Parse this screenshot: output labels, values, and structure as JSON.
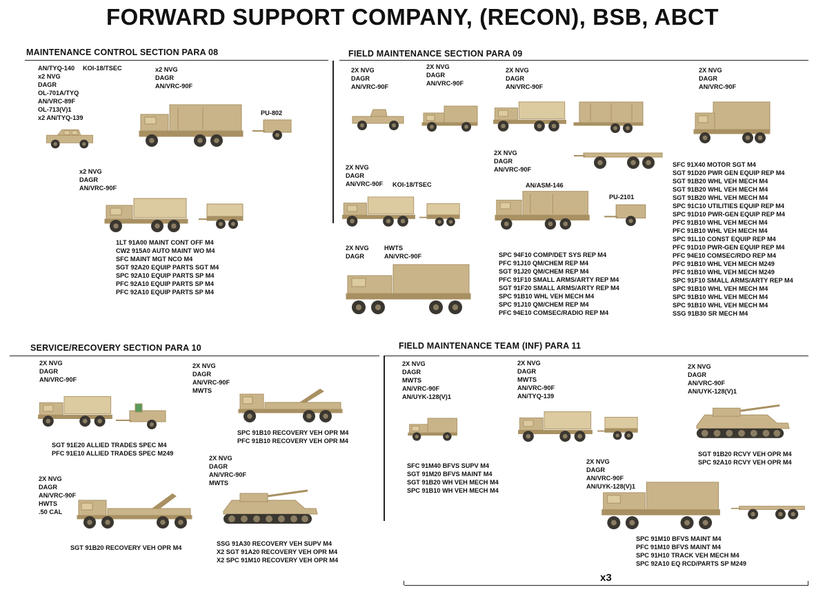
{
  "title": "FORWARD SUPPORT COMPANY,  (RECON), BSB, ABCT",
  "colors": {
    "tan": "#c9b48a",
    "tan_dark": "#a89062",
    "tan_light": "#dccaa0",
    "wheel": "#3a3630",
    "hub": "#8a7d62"
  },
  "sections": {
    "mcs": "MAINTENANCE CONTROL SECTION  PARA 08",
    "fms": "FIELD MAINTENANCE SECTION  PARA 09",
    "srs": "SERVICE/RECOVERY SECTION  PARA 10",
    "fmt": "FIELD MAINTENANCE TEAM (INF)  PARA 11"
  },
  "mcs": {
    "hmmwv_equip": [
      "AN/TYQ-140",
      "x2 NVG",
      "DAGR",
      "OL-701A/TYQ",
      "AN/VRC-89F",
      "OL-713(V)1",
      "x2 AN/TYQ-139"
    ],
    "koi": "KOI-18/TSEC",
    "shelter_equip": [
      "x2 NVG",
      "DAGR",
      "AN/VRC-90F"
    ],
    "pu": "PU-802",
    "lmtv_equip": [
      "x2 NVG",
      "DAGR",
      "AN/VRC-90F"
    ],
    "personnel": [
      "1LT 91A00 MAINT CONT OFF M4",
      "CW2 915A0 AUTO MAINT WO M4",
      "SFC MAINT MGT NCO M4",
      "SGT 92A20 EQUIP PARTS SGT M4",
      "SPC 92A10 EQUIP PARTS SP M4",
      "PFC 92A10 EQUIP PARTS SP M4",
      "PFC 92A10 EQUIP PARTS SP M4"
    ]
  },
  "fms": {
    "e1": [
      "2X NVG",
      "DAGR",
      "AN/VRC-90F"
    ],
    "e2": [
      "2X NVG",
      "DAGR",
      "AN/VRC-90F"
    ],
    "e3": [
      "2X NVG",
      "DAGR",
      "AN/VRC-90F"
    ],
    "e4": [
      "2X NVG",
      "DAGR",
      "AN/VRC-90F"
    ],
    "e5": [
      "2X NVG",
      "DAGR",
      "AN/VRC-90F"
    ],
    "e6": [
      "2X NVG",
      "DAGR",
      "AN/VRC-90F"
    ],
    "koi": "KOI-18/TSEC",
    "asm": "AN/ASM-146",
    "pu": "PU-2101",
    "e7a": [
      "2X NVG",
      "DAGR"
    ],
    "hwts": "HWTS",
    "vrc": "AN/VRC-90F",
    "personnel_a": [
      "SPC 94F10 COMP/DET SYS REP M4",
      "PFC 91J10 QM/CHEM REP M4",
      "SGT 91J20 QM/CHEM REP M4",
      "PFC 91F10 SMALL ARMS/ARTY REP M4",
      "SGT 91F20 SMALL ARMS/ARTY REP M4",
      "SPC 91B10 WHL VEH MECH M4",
      "SPC 91J10 QM/CHEM REP M4",
      "PFC 94E10 COMSEC/RADIO REP M4"
    ],
    "personnel_b": [
      "SFC 91X40 MOTOR SGT M4",
      "SGT 91D20 PWR GEN EQUIP REP M4",
      "SGT 91B20 WHL VEH MECH M4",
      "SGT 91B20 WHL VEH MECH M4",
      "SGT 91B20 WHL VEH MECH M4",
      "SPC 91C10 UTILITIES EQUIP REP M4",
      "SPC 91D10 PWR-GEN EQUIP REP M4",
      "PFC 91B10 WHL VEH MECH M4",
      "PFC 91B10 WHL VEH MECH M4",
      "SPC 91L10 CONST EQUIP REP M4",
      "PFC 91D10 PWR-GEN EQUIP REP M4",
      "PFC 94E10 COMSEC/RDO REP M4",
      "PFC 91B10 WHL VEH MECH M249",
      "PFC 91B10 WHL VEH MECH M249",
      "SPC 91F10 SMALL ARMS/ARTY REP M4",
      "SPC 91B10 WHL VEH MECH M4",
      "SPC 91B10 WHL VEH MECH M4",
      "SPC 91B10 WHL VEH MECH M4",
      "SSG 91B30 SR MECH M4"
    ]
  },
  "srs": {
    "e1": [
      "2X NVG",
      "DAGR",
      "AN/VRC-90F"
    ],
    "p1": [
      "SGT 91E20 ALLIED TRADES SPEC M4",
      "PFC 91E10 ALLIED TRADES SPEC M249"
    ],
    "e2": [
      "2X NVG",
      "DAGR",
      "AN/VRC-90F",
      "MWTS"
    ],
    "p2": [
      "SPC 91B10 RECOVERY VEH OPR M4",
      "PFC 91B10 RECOVERY VEH OPR M4"
    ],
    "e3": [
      "2X NVG",
      "DAGR",
      "AN/VRC-90F",
      "HWTS",
      ".50 CAL"
    ],
    "p3": [
      "SGT 91B20 RECOVERY VEH OPR M4"
    ],
    "e4": [
      "2X NVG",
      "DAGR",
      "AN/VRC-90F",
      "MWTS"
    ],
    "p4": [
      "SSG 91A30 RECOVERY VEH SUPV M4",
      "X2 SGT 91A20 RECOVERY VEH OPR M4",
      "X2 SPC 91M10 RECOVERY VEH OPR M4"
    ]
  },
  "fmt": {
    "e1": [
      "2X NVG",
      "DAGR",
      "MWTS",
      "AN/VRC-90F",
      "AN/UYK-128(V)1"
    ],
    "e2": [
      "2X NVG",
      "DAGR",
      "MWTS",
      "AN/VRC-90F",
      "AN/TYQ-139"
    ],
    "e3": [
      "2X NVG",
      "DAGR",
      "AN/VRC-90F",
      "AN/UYK-128(V)1"
    ],
    "e4": [
      "2X NVG",
      "DAGR",
      "AN/VRC-90F",
      "AN/UYK-128(V)1"
    ],
    "p1": [
      "SFC 91M40 BFVS SUPV M4",
      "SGT 91M20 BFVS MAINT M4",
      "SGT 91B20 WH VEH MECH M4",
      "SPC 91B10 WH VEH MECH M4"
    ],
    "p2": [
      "SGT 91B20 RCVY VEH OPR M4",
      "SPC 92A10 RCVY VEH OPR M4"
    ],
    "p3": [
      "SPC 91M10 BFVS MAINT M4",
      "PFC 91M10 BFVS MAINT M4",
      "SPC 91H10 TRACK VEH MECH M4",
      "SPC 92A10 EQ RCD/PARTS SP M249"
    ],
    "multiplier": "x3"
  }
}
